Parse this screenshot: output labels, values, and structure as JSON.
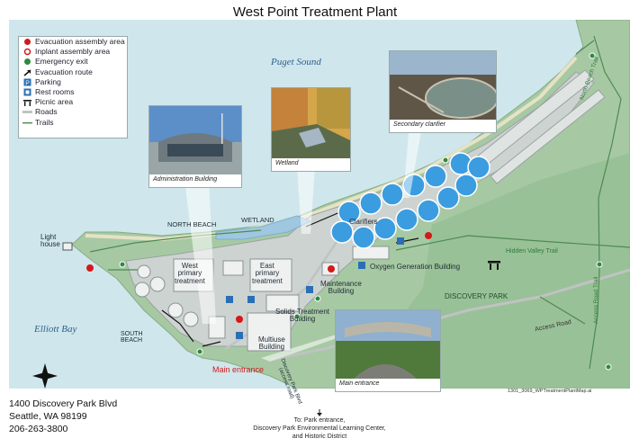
{
  "title": "West Point Treatment Plant",
  "legend": [
    {
      "icon": "evacuation-assembly-icon",
      "label": "Evacuation assembly area"
    },
    {
      "icon": "inplant-assembly-icon",
      "label": "Inplant assembly area"
    },
    {
      "icon": "emergency-exit-icon",
      "label": "Emergency exit"
    },
    {
      "icon": "evacuation-route-icon",
      "label": "Evacuation route"
    },
    {
      "icon": "parking-icon",
      "label": "Parking"
    },
    {
      "icon": "restroom-icon",
      "label": "Rest rooms"
    },
    {
      "icon": "picnic-icon",
      "label": "Picnic area"
    },
    {
      "icon": "road-swatch",
      "label": "Roads"
    },
    {
      "icon": "trail-swatch",
      "label": "Trails"
    }
  ],
  "water_labels": {
    "puget_sound": "Puget Sound",
    "elliott_bay": "Elliott Bay"
  },
  "places": {
    "north_beach": "NORTH BEACH",
    "wetland": "WETLAND",
    "south_beach": "SOUTH BEACH",
    "discovery_park": "DISCOVERY PARK",
    "light_house": "Light\nhouse",
    "clarifiers": "Clarifiers",
    "oxygen_generation": "Oxygen Generation Building",
    "maintenance": "Maintenance\nBuilding",
    "solids_treatment": "Solids Treatment\nBuilding",
    "multiuse": "Multiuse\nBuilding",
    "west_primary": "West\nprimary\ntreatment",
    "east_primary": "East\nprimary\ntreatment",
    "main_entrance": "Main entrance"
  },
  "trails": {
    "hidden_valley": "Hidden Valley Trail",
    "north_beach_trail": "North Beach Trail",
    "access_road_trail": "Access Road Trail",
    "access_road": "Access Road",
    "discovery_park_blvd": "Discovery Park Blvd\n(access road)"
  },
  "photos": [
    {
      "id": "admin",
      "caption": "Administration Building"
    },
    {
      "id": "wetland",
      "caption": "Wetland"
    },
    {
      "id": "clarifier",
      "caption": "Secondary clarifier"
    },
    {
      "id": "entrance",
      "caption": "Main entrance"
    }
  ],
  "address": [
    "1400 Discovery Park Blvd",
    "Seattle, WA 98199",
    "206-263-3800"
  ],
  "destination_note": [
    "To: Park entrance,",
    "Discovery Park Environmental Learning Center,",
    "and Historic District"
  ],
  "file_id": "1301_3069_WPTreatmentPlantMap.ai",
  "colors": {
    "water": "#cfe6ec",
    "land": "#a6c9a3",
    "plant_area": "#cdd3d1",
    "clarifier": "#3b9de0",
    "evacuation_red": "#d21a1a",
    "emergency_green": "#2d8a3e",
    "parking_blue": "#2a6fb5"
  }
}
